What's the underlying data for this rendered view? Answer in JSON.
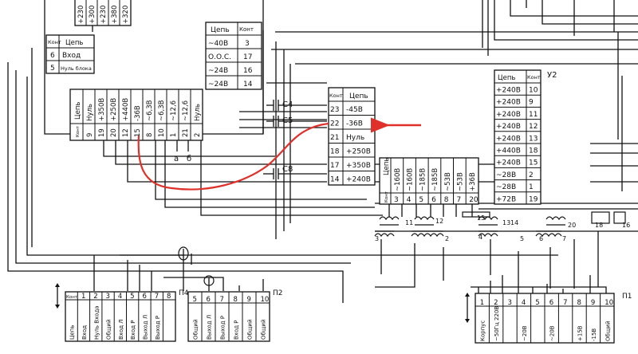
{
  "colors": {
    "ink": "#111111",
    "highlight": "#e0302a",
    "paper": "#ffffff"
  },
  "top_left_table": {
    "header": [
      "Конт",
      "Цепь"
    ],
    "rows": [
      [
        "6",
        "Вход"
      ],
      [
        "5",
        "Нуль блока"
      ]
    ]
  },
  "top_fragment_labels": [
    "+230",
    "+300",
    "+230",
    "+380",
    "+320"
  ],
  "upper_table": {
    "header": [
      "Цепь",
      "Конт"
    ],
    "rows": [
      [
        "~40В",
        "3"
      ],
      [
        "О.О.С.",
        "17"
      ],
      [
        "~24В",
        "16"
      ],
      [
        "~24В",
        "14"
      ]
    ]
  },
  "left_vertical_block": {
    "header_labels": [
      "Цепь",
      "Конт"
    ],
    "columns": [
      {
        "circuit": "Нуль",
        "contact": "9"
      },
      {
        "circuit": "+350В",
        "contact": "19"
      },
      {
        "circuit": "+250В",
        "contact": "20"
      },
      {
        "circuit": "+440В",
        "contact": "12"
      },
      {
        "circuit": "-36В",
        "contact": "15"
      },
      {
        "circuit": "~6,3В",
        "contact": "8"
      },
      {
        "circuit": "~6,3В",
        "contact": "10"
      },
      {
        "circuit": "~12,6",
        "contact": "1"
      },
      {
        "circuit": "~12,6",
        "contact": "21"
      },
      {
        "circuit": "Нуль",
        "contact": "2"
      }
    ]
  },
  "ab_labels": [
    "а",
    "б"
  ],
  "capacitors": [
    "C4",
    "C5",
    "C8"
  ],
  "center_table": {
    "header": [
      "Конт",
      "Цепь"
    ],
    "rows": [
      [
        "23",
        "-45В"
      ],
      [
        "22",
        "-36В"
      ],
      [
        "21",
        "Нуль"
      ],
      [
        "18",
        "+250В"
      ],
      [
        "17",
        "+350В"
      ],
      [
        "14",
        "+240В"
      ]
    ]
  },
  "right_table": {
    "header": [
      "Цепь",
      "Конт"
    ],
    "label": "У2",
    "rows": [
      [
        "+240В",
        "10"
      ],
      [
        "+240В",
        "9"
      ],
      [
        "+240В",
        "11"
      ],
      [
        "+240В",
        "12"
      ],
      [
        "+240В",
        "13"
      ],
      [
        "+440В",
        "18"
      ],
      [
        "+240В",
        "15"
      ],
      [
        "~28В",
        "2"
      ],
      [
        "~28В",
        "1"
      ],
      [
        "+72В",
        "19"
      ]
    ]
  },
  "middle_block": {
    "header": [
      "Конт",
      "Цепь"
    ],
    "columns": [
      {
        "contact": "3",
        "circuit": "~160В"
      },
      {
        "contact": "4",
        "circuit": "~160В"
      },
      {
        "contact": "5",
        "circuit": "~185В"
      },
      {
        "contact": "6",
        "circuit": "~185В"
      },
      {
        "contact": "8",
        "circuit": "~53В"
      },
      {
        "contact": "7",
        "circuit": "~53В"
      },
      {
        "contact": "20",
        "circuit": "+36В"
      }
    ]
  },
  "transformer_labels": [
    "11",
    "12",
    "13",
    "14",
    "15",
    "20",
    "18",
    "16",
    "3",
    "2",
    "5",
    "4",
    "6",
    "7"
  ],
  "bottom_left_connector": {
    "label": "П4",
    "contacts": [
      "Конт",
      "1",
      "2",
      "3",
      "4",
      "5",
      "6",
      "7",
      "8"
    ],
    "circuits": [
      "Цепь",
      "Вход",
      "Нуль Входа",
      "Общий",
      "Вход Л",
      "Вход Р",
      "Выход Л",
      "Выход Р"
    ]
  },
  "bottom_mid_connector": {
    "label": "П2",
    "contacts": [
      "5",
      "6",
      "7",
      "8",
      "9",
      "10"
    ],
    "circuits": [
      "Общий",
      "Выход Л",
      "Выход Р",
      "Вход Р",
      "Общий",
      "Общий"
    ]
  },
  "bottom_right_connector": {
    "label": "П1",
    "contacts": [
      "1",
      "2",
      "3",
      "4",
      "5",
      "6",
      "7",
      "8",
      "9",
      "10"
    ],
    "circuits": [
      "Корпус",
      "~50Гц 220В",
      "",
      "~20В",
      "",
      "~20В",
      "",
      "+15В",
      "-15В",
      "Общий"
    ]
  }
}
